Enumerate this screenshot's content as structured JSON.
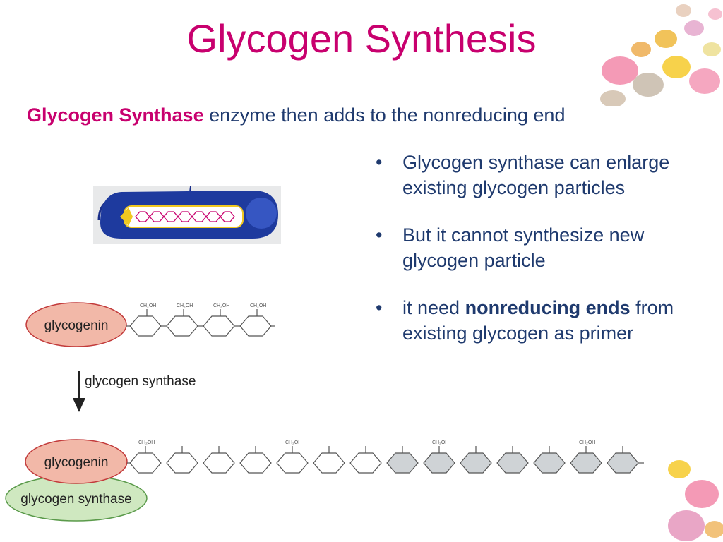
{
  "slide": {
    "title": "Glycogen Synthesis",
    "subtitle_highlight": "Glycogen Synthase",
    "subtitle_rest": " enzyme then adds to the nonreducing end"
  },
  "bullets": [
    {
      "text": "Glycogen synthase can enlarge existing glycogen particles"
    },
    {
      "text": "But it cannot synthesize new glycogen particle"
    },
    {
      "prefix": "it need ",
      "bold": "nonreducing ends",
      "suffix": " from existing glycogen as primer"
    }
  ],
  "diagram": {
    "glycogenin_label": "glycogenin",
    "arrow_label": "glycogen synthase",
    "enzyme_label": "glycogen synthase",
    "ch2oh_label": "CH₂OH"
  },
  "colors": {
    "title": "#c8006e",
    "text": "#1f3a6e",
    "glycogenin_fill": "#f2b8a8",
    "synthase_fill": "#cfe8c0",
    "new_ring_fill": "#cfd3d6"
  },
  "icons": [
    "down-arrow-icon",
    "glucose-ring-icon",
    "enzyme-cartoon-icon"
  ]
}
